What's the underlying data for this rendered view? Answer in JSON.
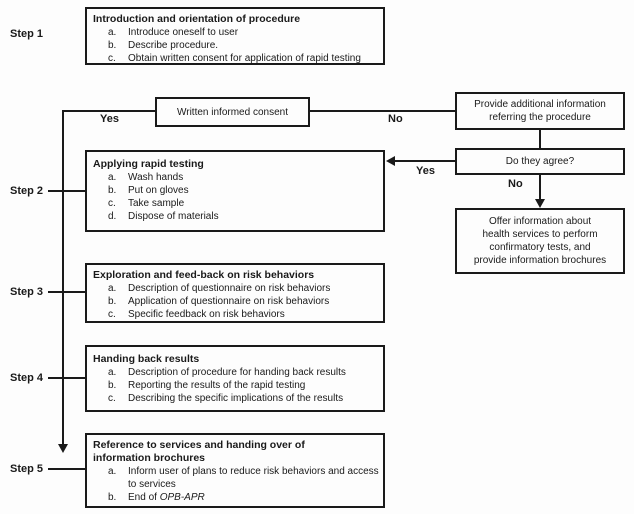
{
  "colors": {
    "background": "#fdfdfd",
    "line": "#1a1a1a",
    "text": "#1a1a1a"
  },
  "left_flow": {
    "steps": [
      {
        "label": "Step 1",
        "title": "Introduction and orientation of procedure",
        "items": [
          {
            "marker": "a.",
            "text": "Introduce oneself to user"
          },
          {
            "marker": "b.",
            "text": "Describe procedure."
          },
          {
            "marker": "c.",
            "text": "Obtain written consent for application of rapid testing"
          }
        ]
      },
      {
        "label": "Step 2",
        "title": "Applying rapid testing",
        "items": [
          {
            "marker": "a.",
            "text": "Wash hands"
          },
          {
            "marker": "b.",
            "text": "Put on gloves"
          },
          {
            "marker": "c.",
            "text": "Take sample"
          },
          {
            "marker": "d.",
            "text": "Dispose of materials"
          }
        ]
      },
      {
        "label": "Step 3",
        "title": "Exploration and feed-back on risk behaviors",
        "items": [
          {
            "marker": "a.",
            "text": "Description of questionnaire on risk behaviors"
          },
          {
            "marker": "b.",
            "text": "Application of questionnaire on risk behaviors"
          },
          {
            "marker": "c.",
            "text": "Specific feedback on risk behaviors"
          }
        ]
      },
      {
        "label": "Step 4",
        "title": "Handing back results",
        "items": [
          {
            "marker": "a.",
            "text": "Description of procedure for handing back results"
          },
          {
            "marker": "b.",
            "text": "Reporting the results of the rapid testing"
          },
          {
            "marker": "c.",
            "text": "Describing the specific implications of the results"
          }
        ]
      },
      {
        "label": "Step 5",
        "title": "Reference to services and handing over of information brochures",
        "items": [
          {
            "marker": "a.",
            "text": "Inform user of plans to reduce risk behaviors and access to services"
          },
          {
            "marker": "b.",
            "text": "End of ",
            "italic": "OPB-APR"
          }
        ]
      }
    ]
  },
  "decision_flow": {
    "consent_box": "Written informed consent",
    "consent_yes_label": "Yes",
    "consent_no_label": "No",
    "provide_box_lines": [
      "Provide additional information",
      "referring the procedure"
    ],
    "agree_box": "Do they agree?",
    "agree_yes_label": "Yes",
    "agree_no_label": "No",
    "offer_box_lines": [
      "Offer information about",
      "health services to perform",
      "confirmatory tests, and",
      "provide information brochures"
    ]
  }
}
